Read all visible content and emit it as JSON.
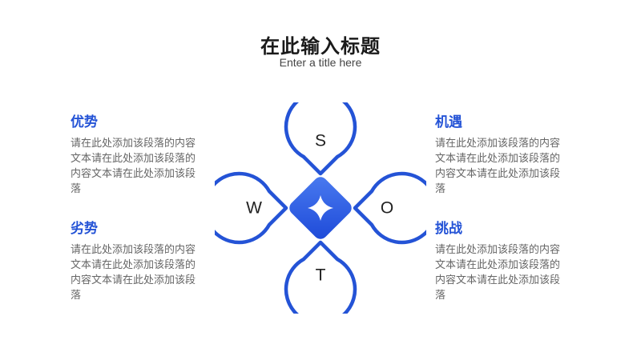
{
  "header": {
    "title": "在此输入标题",
    "subtitle": "Enter a title here"
  },
  "swot": {
    "letters": {
      "s": "S",
      "w": "W",
      "o": "O",
      "t": "T"
    },
    "accent_color": "#2453d6",
    "gradient_light": "#4a7bf0",
    "gradient_dark": "#1d49d8",
    "center_icon": "four-point-star-icon"
  },
  "sections": {
    "strengths": {
      "title": "优势",
      "text": "请在此处添加该段落的内容文本请在此处添加该段落的内容文本请在此处添加该段落"
    },
    "weaknesses": {
      "title": "劣势",
      "text": "请在此处添加该段落的内容文本请在此处添加该段落的内容文本请在此处添加该段落"
    },
    "opportunities": {
      "title": "机遇",
      "text": "请在此处添加该段落的内容文本请在此处添加该段落的内容文本请在此处添加该段落"
    },
    "threats": {
      "title": "挑战",
      "text": "请在此处添加该段落的内容文本请在此处添加该段落的内容文本请在此处添加该段落"
    }
  }
}
